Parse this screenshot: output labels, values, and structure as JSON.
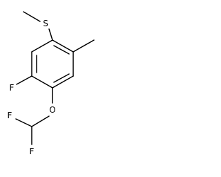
{
  "structure": {
    "atoms": {
      "sulfur": "S",
      "fluorine_ring": "F",
      "oxygen": "O",
      "fluorine_a": "F",
      "fluorine_b": "F"
    }
  }
}
